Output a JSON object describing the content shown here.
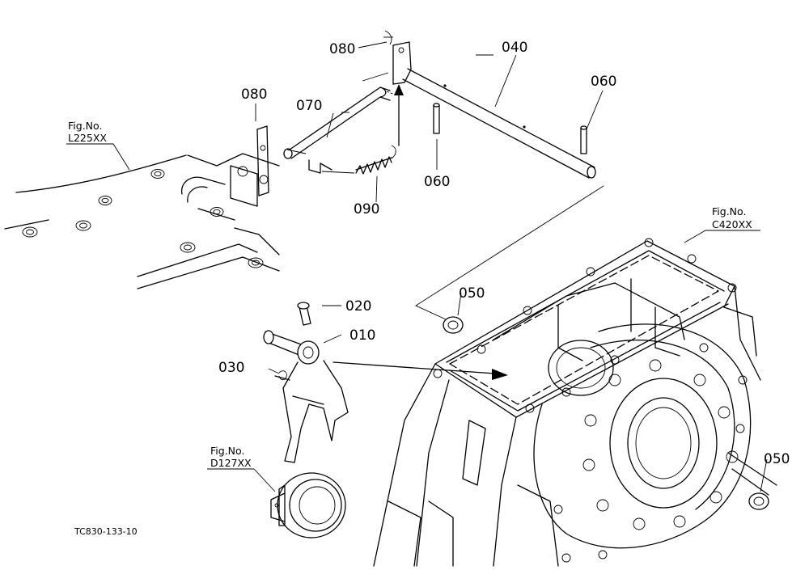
{
  "diagram_code": "TC830-133-10",
  "figure_refs": {
    "l225": {
      "title": "Fig.No.",
      "code": "L225XX"
    },
    "c420": {
      "title": "Fig.No.",
      "code": "C420XX"
    },
    "d127": {
      "title": "Fig.No.",
      "code": "D127XX"
    }
  },
  "parts": {
    "p010": "010",
    "p020": "020",
    "p030": "030",
    "p040": "040",
    "p050a": "050",
    "p050b": "050",
    "p060a": "060",
    "p060b": "060",
    "p070": "070",
    "p080a": "080",
    "p080b": "080",
    "p090": "090"
  }
}
